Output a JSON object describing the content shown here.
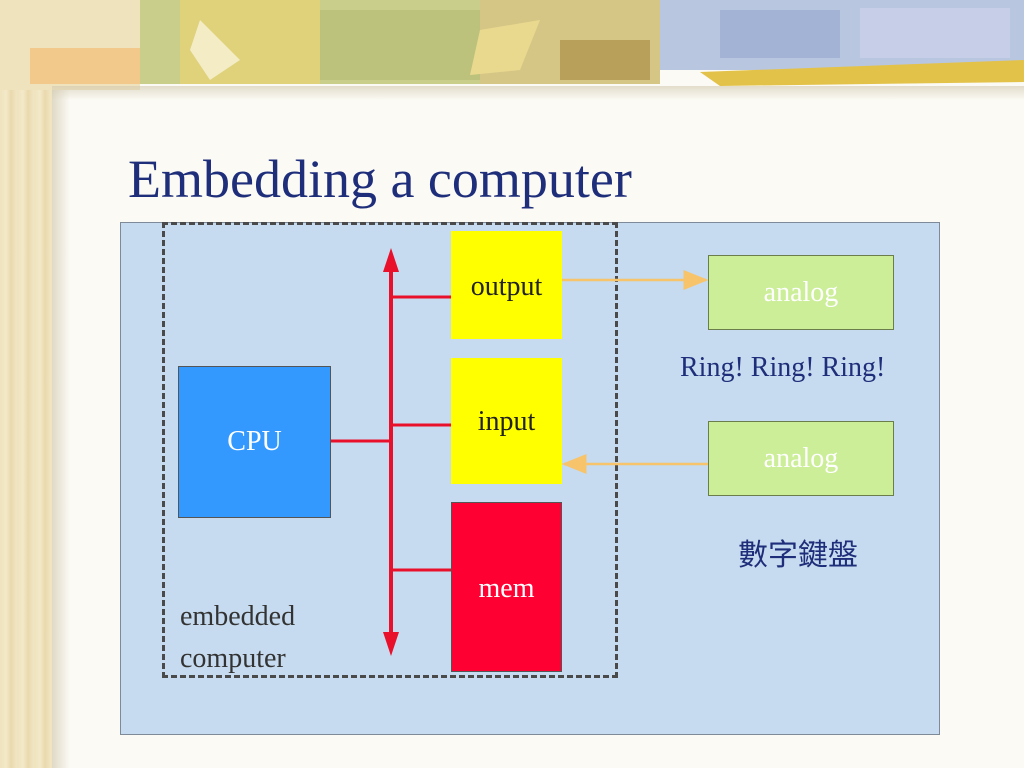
{
  "slide": {
    "title": "Embedding a computer"
  },
  "diagram": {
    "cpu_label": "CPU",
    "output_label": "output",
    "input_label": "input",
    "mem_label": "mem",
    "analog_top_label": "analog",
    "analog_bottom_label": "analog",
    "ring_caption": "Ring! Ring! Ring!",
    "keypad_caption": "數字鍵盤",
    "embedded_label_line1": "embedded",
    "embedded_label_line2": "computer"
  },
  "colors": {
    "title": "#1f2e7a",
    "panel": "#c6dbef",
    "cpu": "#3399ff",
    "io": "#ffff00",
    "mem": "#ff0033",
    "analog": "#ccee99",
    "bus": "#e8102a",
    "signal": "#f7c46c"
  }
}
